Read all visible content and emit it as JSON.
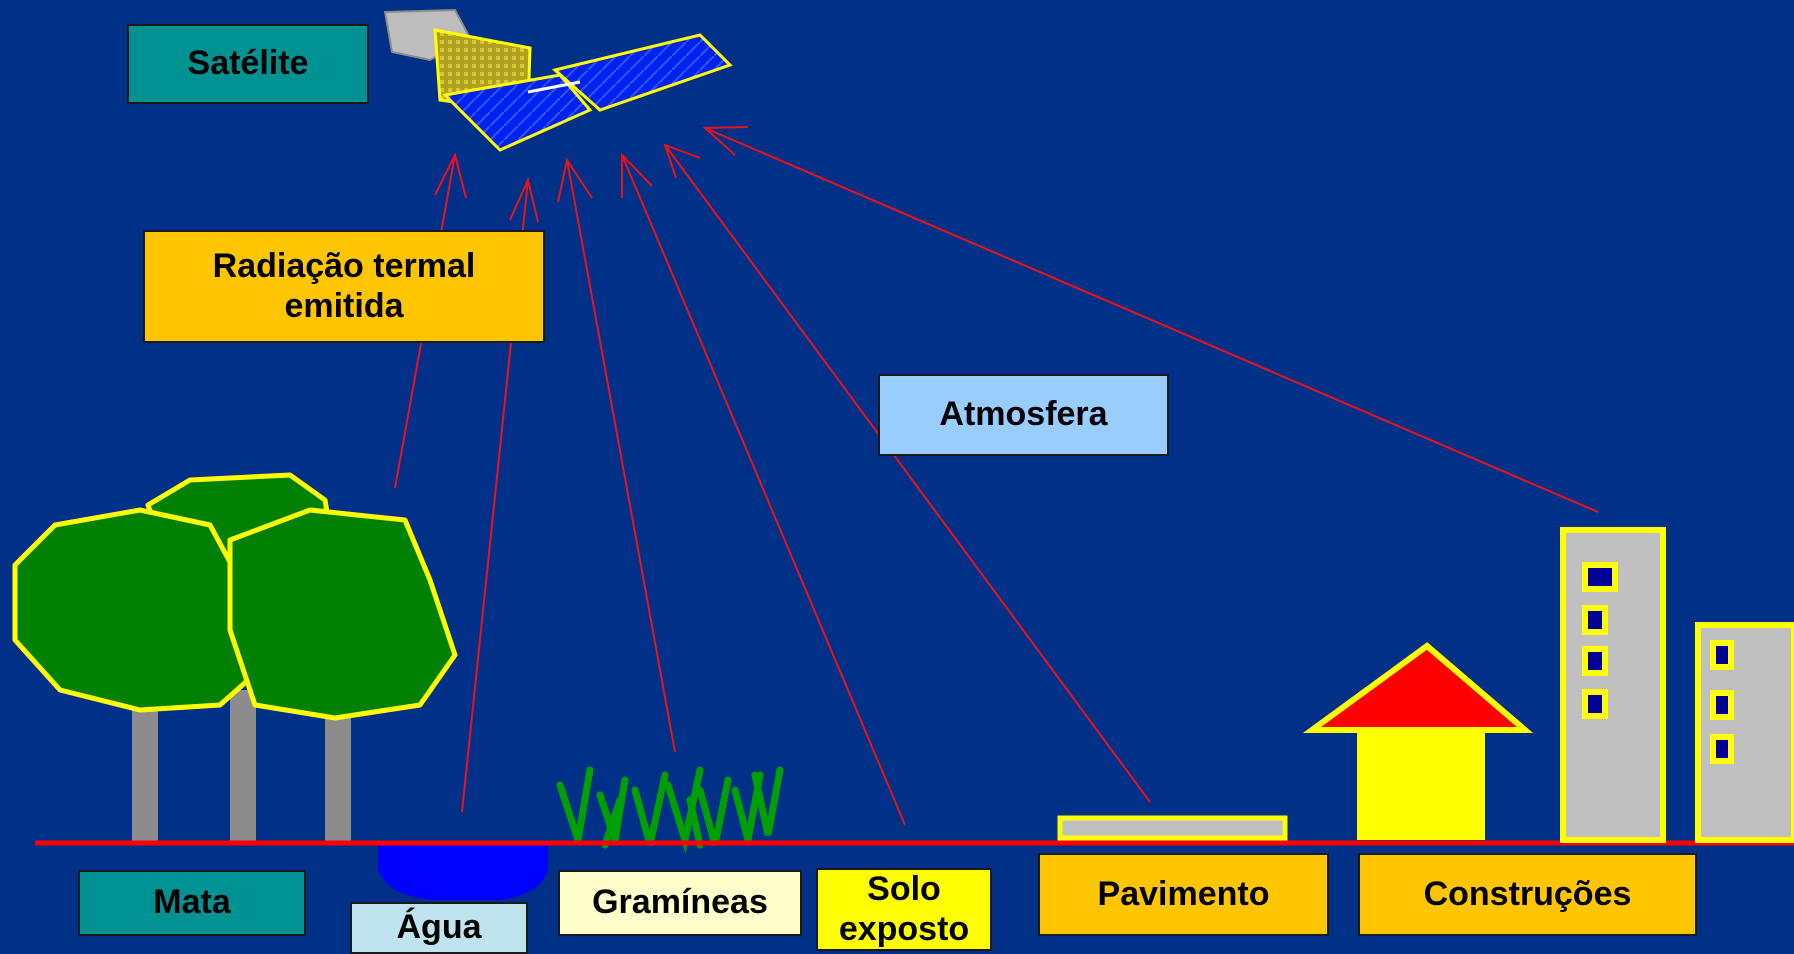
{
  "labels": {
    "satellite": "Satélite",
    "radiation": "Radiação termal emitida",
    "atmosphere": "Atmosfera",
    "forest": "Mata",
    "water": "Água",
    "grass": "Gramíneas",
    "soil": "Solo exposto",
    "pavement": "Pavimento",
    "buildings": "Construções"
  },
  "colors": {
    "background": "#003087",
    "arrow": "#e8141c",
    "ground_line": "#ff0000",
    "tree_canopy": "#008000",
    "outline": "#ffff00",
    "trunk": "#8c8c8c",
    "water": "#0000ff",
    "roof": "#ff0000",
    "building": "#c0c0c0"
  }
}
